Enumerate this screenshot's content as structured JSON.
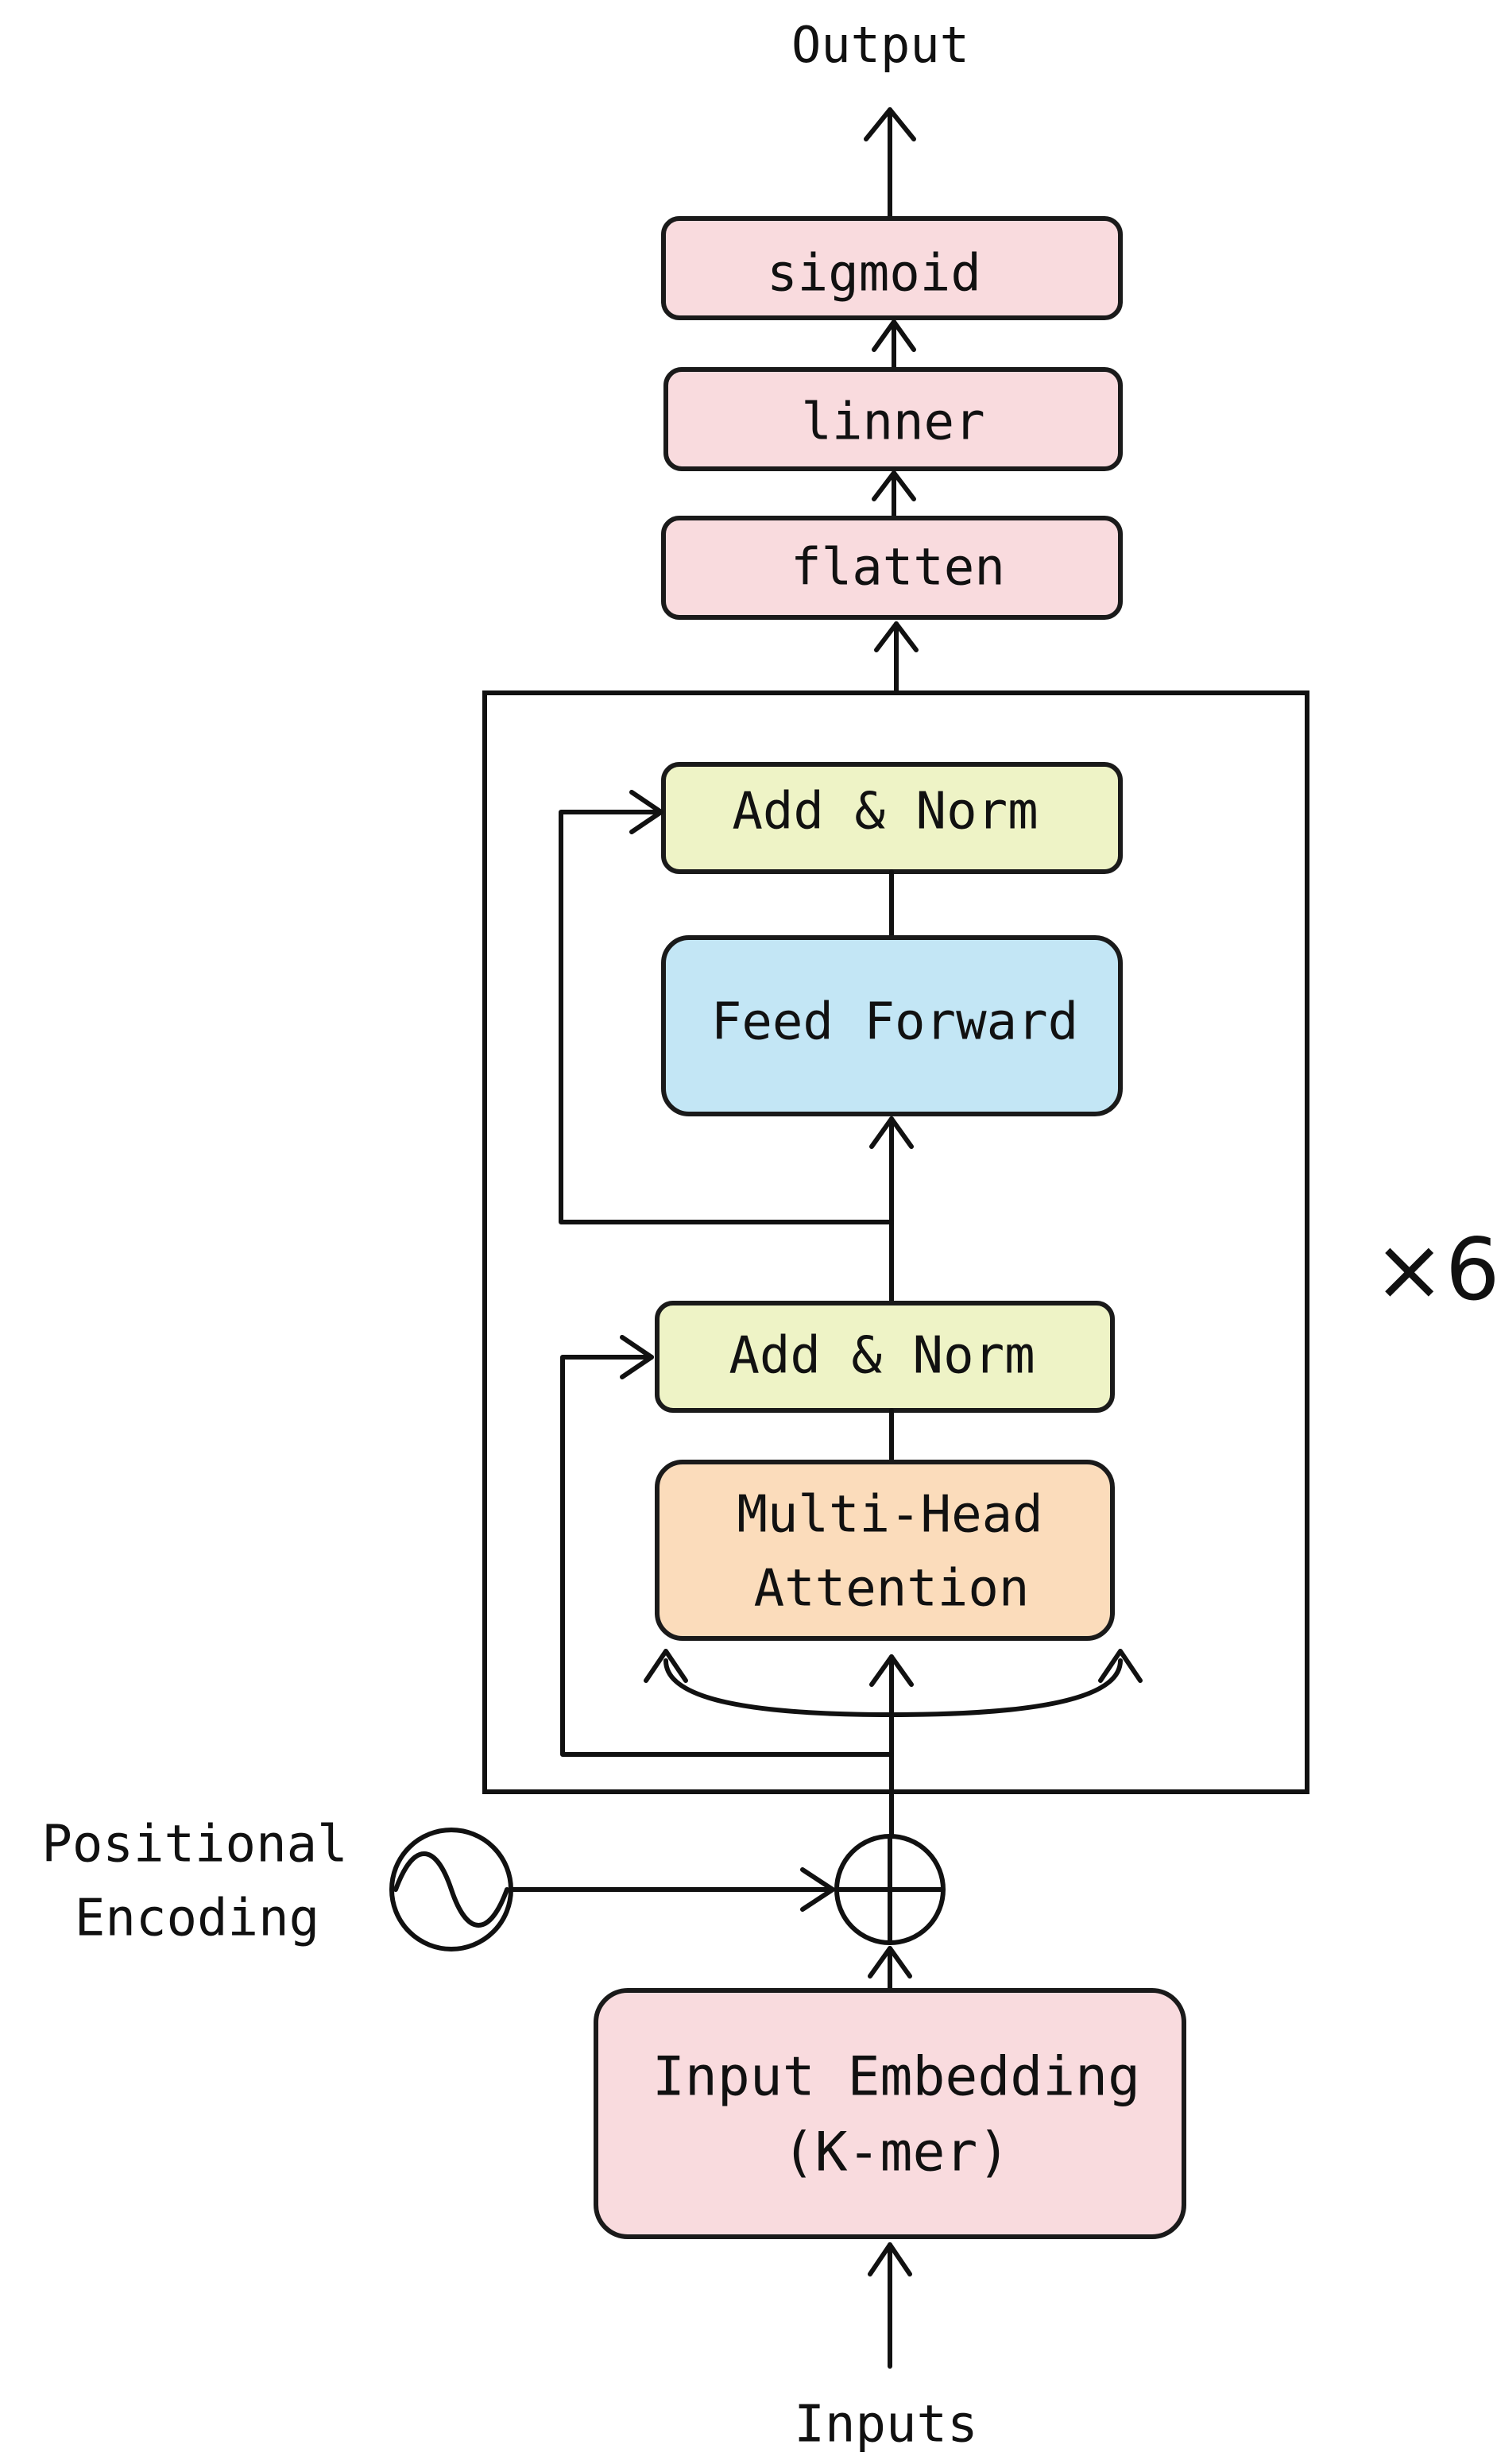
{
  "diagram": {
    "top_label": "Output",
    "bottom_label": "Inputs",
    "repeat_label": "×6",
    "positional_encoding_lines": [
      "Positional",
      "Encoding"
    ],
    "layers": {
      "sigmoid": "sigmoid",
      "linear": "linner",
      "flatten": "flatten",
      "add_norm_upper": "Add & Norm",
      "feed_forward": "Feed Forward",
      "add_norm_lower": "Add & Norm",
      "attention_lines": [
        "Multi-Head",
        "Attention"
      ],
      "embedding_lines": [
        "Input Embedding",
        "(K-mer)"
      ]
    },
    "colors": {
      "pink": "#f9dbde",
      "yellow": "#eef3c6",
      "blue": "#c3e6f5",
      "orange": "#fbdcbb"
    }
  }
}
